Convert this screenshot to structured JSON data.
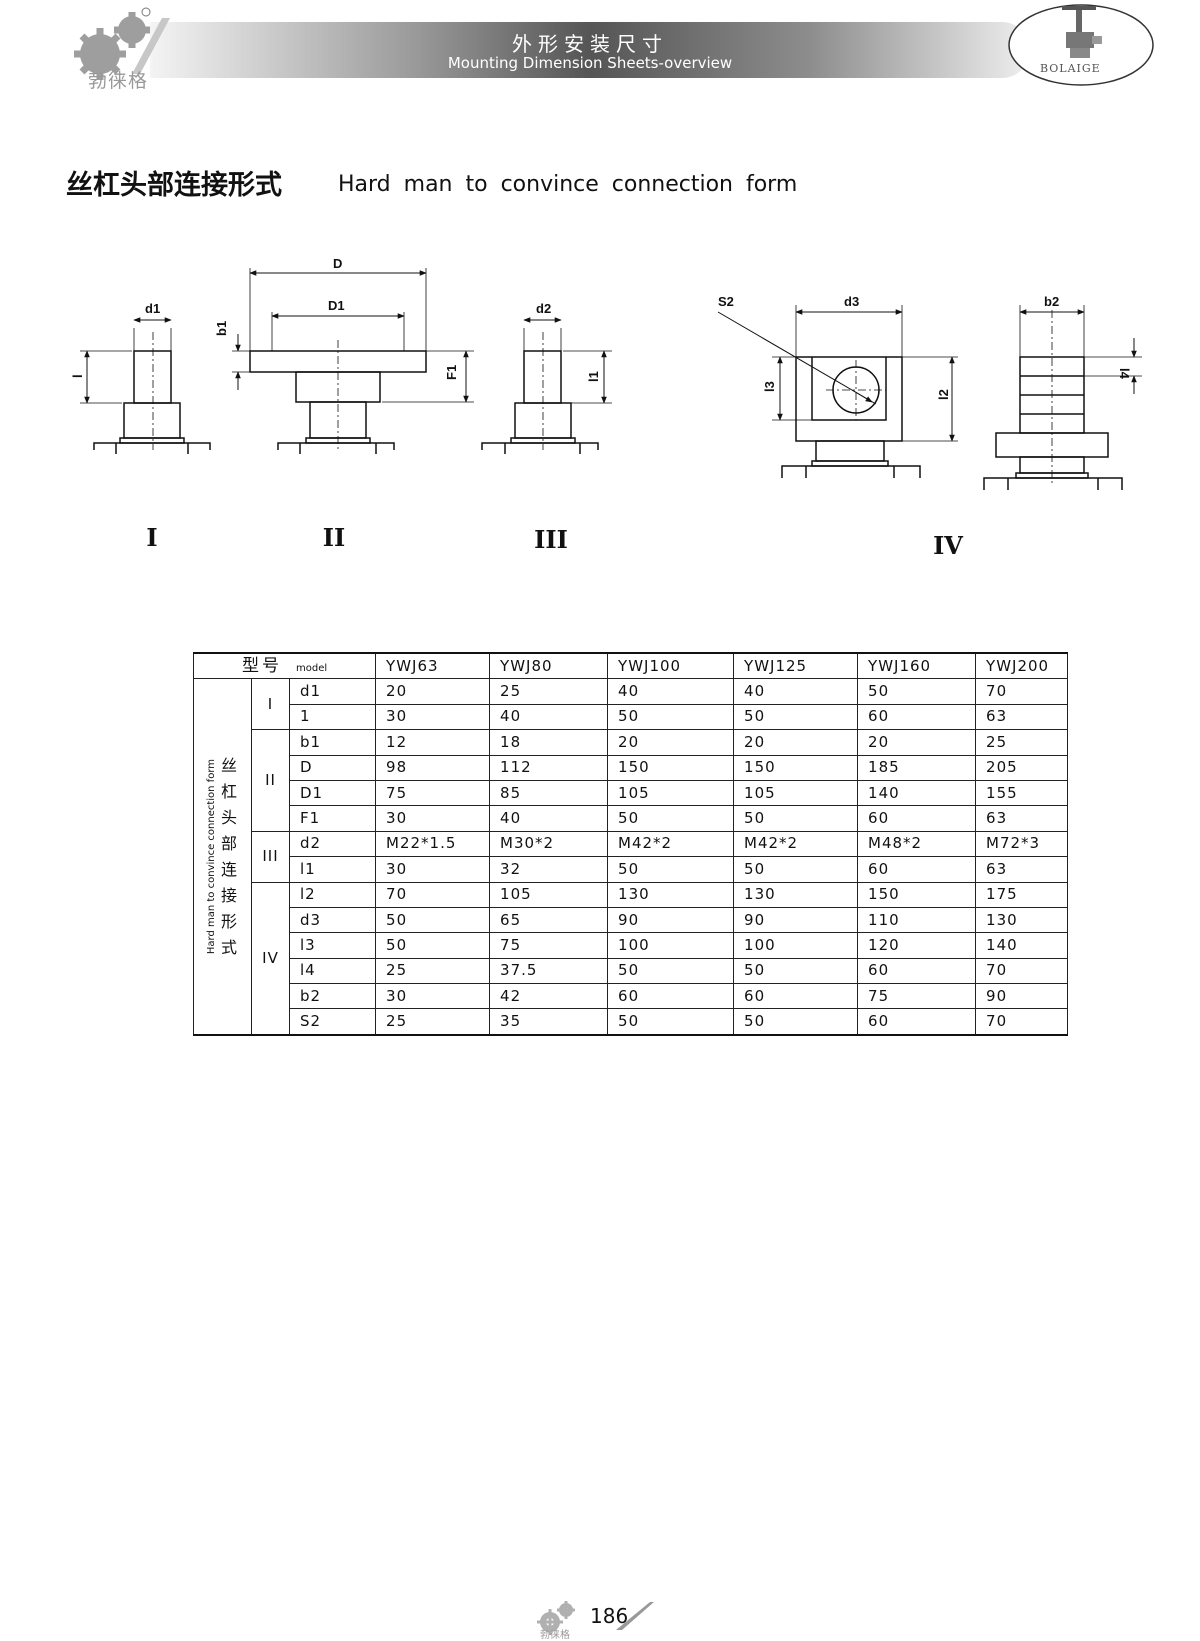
{
  "header": {
    "title_cn": "外形安装尺寸",
    "title_en": "Mounting Dimension Sheets-overview",
    "brand_cn": "勃徕格",
    "brand_en": "BOLAIGE"
  },
  "section": {
    "title_cn": "丝杠头部连接形式",
    "title_en": "Hard man to convince connection form"
  },
  "figure": {
    "forms": [
      "I",
      "II",
      "III",
      "IV"
    ],
    "labels": {
      "d1": "d1",
      "l": "l",
      "D": "D",
      "D1": "D1",
      "b1": "b1",
      "F1": "F1",
      "d2": "d2",
      "l1": "l1",
      "S2": "S2",
      "d3": "d3",
      "l3": "l3",
      "l2": "l2",
      "b2": "b2",
      "l4": "l4"
    }
  },
  "table": {
    "header": {
      "xinghao": "型号",
      "model": "model",
      "columns": [
        "YWJ63",
        "YWJ80",
        "YWJ100",
        "YWJ125",
        "YWJ160",
        "YWJ200"
      ]
    },
    "side_en": "Hard man to convince connection form",
    "side_cn": "丝杠头部连接形式",
    "groups": [
      {
        "label": "I",
        "rows": [
          {
            "param": "d1",
            "values": [
              "20",
              "25",
              "40",
              "40",
              "50",
              "70"
            ]
          },
          {
            "param": "1",
            "values": [
              "30",
              "40",
              "50",
              "50",
              "60",
              "63"
            ]
          }
        ]
      },
      {
        "label": "II",
        "rows": [
          {
            "param": "b1",
            "values": [
              "12",
              "18",
              "20",
              "20",
              "20",
              "25"
            ]
          },
          {
            "param": "D",
            "values": [
              "98",
              "112",
              "150",
              "150",
              "185",
              "205"
            ]
          },
          {
            "param": "D1",
            "values": [
              "75",
              "85",
              "105",
              "105",
              "140",
              "155"
            ]
          },
          {
            "param": "F1",
            "values": [
              "30",
              "40",
              "50",
              "50",
              "60",
              "63"
            ]
          }
        ]
      },
      {
        "label": "III",
        "rows": [
          {
            "param": "d2",
            "values": [
              "M22*1.5",
              "M30*2",
              "M42*2",
              "M42*2",
              "M48*2",
              "M72*3"
            ]
          },
          {
            "param": "l1",
            "values": [
              "30",
              "32",
              "50",
              "50",
              "60",
              "63"
            ]
          }
        ]
      },
      {
        "label": "IV",
        "rows": [
          {
            "param": "l2",
            "values": [
              "70",
              "105",
              "130",
              "130",
              "150",
              "175"
            ]
          },
          {
            "param": "d3",
            "values": [
              "50",
              "65",
              "90",
              "90",
              "110",
              "130"
            ]
          },
          {
            "param": "l3",
            "values": [
              "50",
              "75",
              "100",
              "100",
              "120",
              "140"
            ]
          },
          {
            "param": "l4",
            "values": [
              "25",
              "37.5",
              "50",
              "50",
              "60",
              "70"
            ]
          },
          {
            "param": "b2",
            "values": [
              "30",
              "42",
              "60",
              "60",
              "75",
              "90"
            ]
          },
          {
            "param": "S2",
            "values": [
              "25",
              "35",
              "50",
              "50",
              "60",
              "70"
            ]
          }
        ]
      }
    ]
  },
  "footer": {
    "page_number": "186",
    "brand_cn": "勃徕格"
  }
}
